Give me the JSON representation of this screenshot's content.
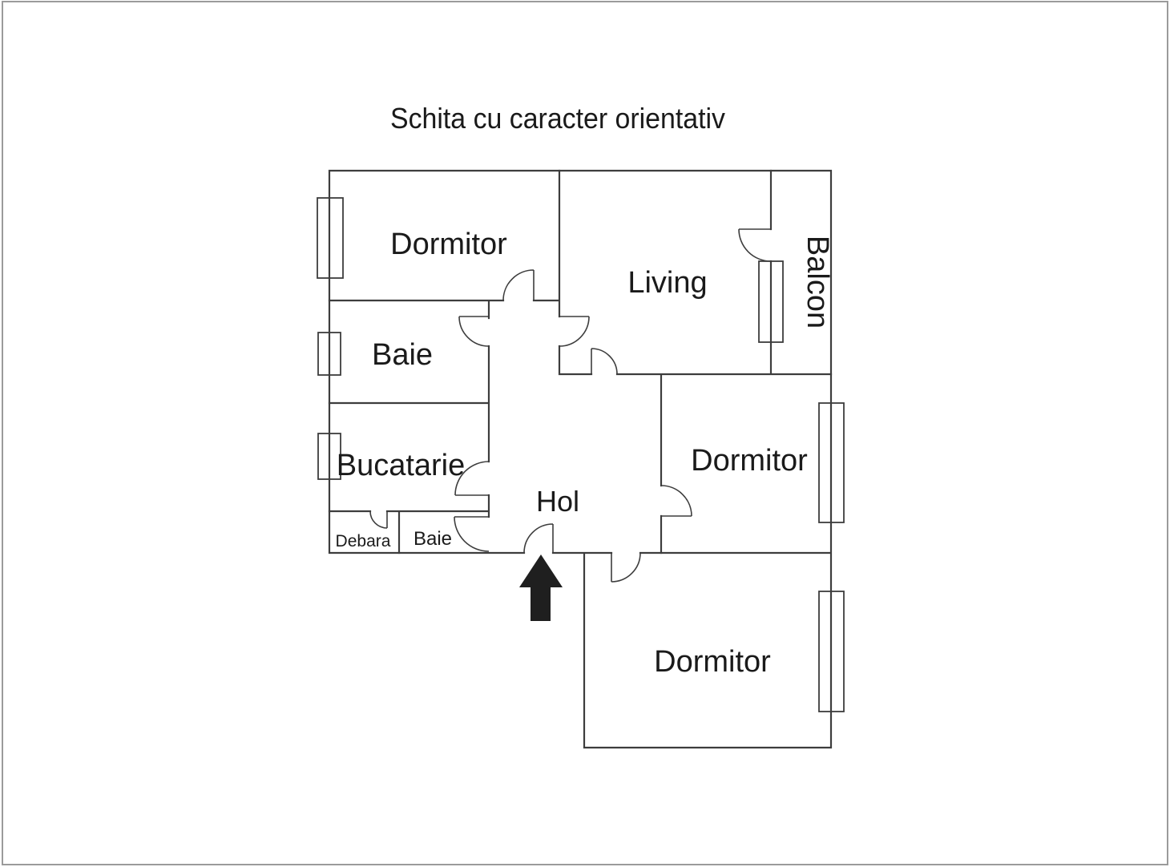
{
  "title": "Schita cu caracter orientativ",
  "rooms": {
    "dormitor_top": "Dormitor",
    "living": "Living",
    "balcon": "Balcon",
    "baie": "Baie",
    "bucatarie": "Bucatarie",
    "debara": "Debara",
    "baie_small": "Baie",
    "hol": "Hol",
    "dormitor_right": "Dormitor",
    "dormitor_bottom": "Dormitor"
  },
  "icons": {
    "entrance_arrow": "up-arrow"
  },
  "colors": {
    "wall": "#3d3d3d",
    "frame": "#9b9b9b",
    "arrow": "#1f1f1f",
    "text": "#1a1a1a",
    "background": "#ffffff"
  }
}
